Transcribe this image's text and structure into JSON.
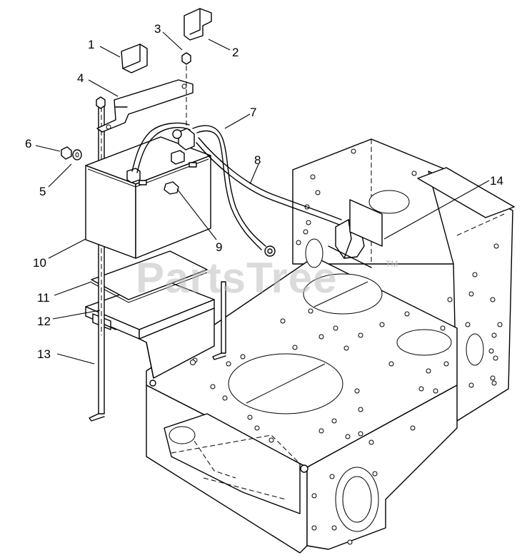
{
  "watermark": {
    "text": "PartsTree",
    "trademark": "TM"
  },
  "callouts": [
    {
      "label": "1"
    },
    {
      "label": "2"
    },
    {
      "label": "3"
    },
    {
      "label": "4"
    },
    {
      "label": "5"
    },
    {
      "label": "6"
    },
    {
      "label": "7"
    },
    {
      "label": "8"
    },
    {
      "label": "9"
    },
    {
      "label": "10"
    },
    {
      "label": "11"
    },
    {
      "label": "12"
    },
    {
      "label": "13"
    },
    {
      "label": "14"
    }
  ]
}
